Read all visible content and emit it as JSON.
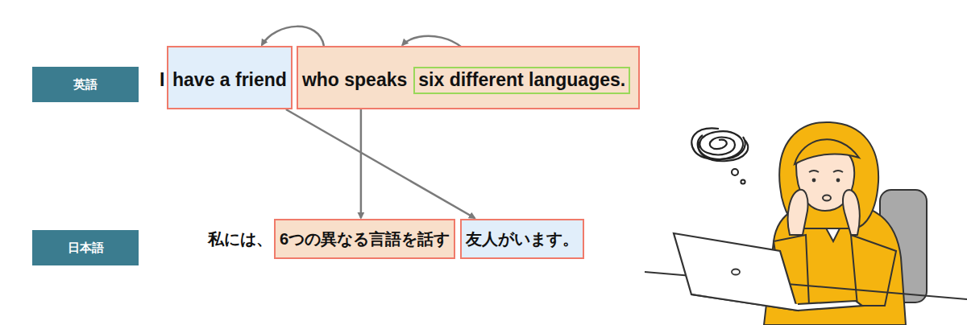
{
  "diagram": {
    "nodes": [
      {
        "text": [
          "英語"
        ]
      },
      {
        "text": [
          "have a friend"
        ]
      },
      {
        "text": [
          "who speaks"
        ]
      },
      {
        "text": [
          "six different languages."
        ],
        "in": 2
      },
      {
        "text": [
          "日本語"
        ]
      },
      {
        "text": [
          "6つの異なる言語を話す"
        ]
      },
      {
        "text": [
          "友人がいます。"
        ]
      }
    ],
    "edges": [
      {
        "from": 2,
        "to": 1,
        "arrow": "to"
      },
      {
        "from": 3,
        "to": 2,
        "arrow": "to"
      },
      {
        "from": 1,
        "to": 6,
        "arrow": "to"
      },
      {
        "from": 2,
        "to": 5,
        "arrow": "to"
      }
    ],
    "labels": [
      "I",
      "私には、"
    ]
  }
}
